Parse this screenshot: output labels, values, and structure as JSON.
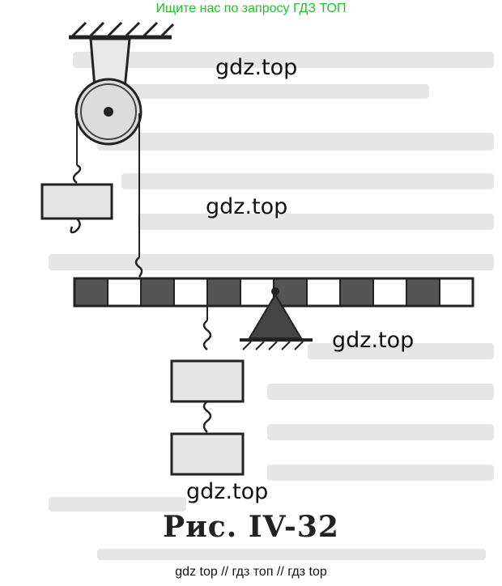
{
  "header": {
    "text": "Ищите нас по запросу ГДЗ ТОП"
  },
  "watermarks": [
    "gdz.top",
    "gdz.top",
    "gdz.top",
    "gdz.top"
  ],
  "figure": {
    "caption": "Рис. IV-32",
    "lever": {
      "segments": 12,
      "pattern": "alternating dark/white"
    }
  },
  "footer": {
    "text": "gdz top  //  гдз топ  //  гдз top"
  },
  "colors": {
    "header_green": "#22c02a",
    "ink": "#222222",
    "dark_fill": "#555555",
    "pulley_fill": "#dcdcdc"
  }
}
